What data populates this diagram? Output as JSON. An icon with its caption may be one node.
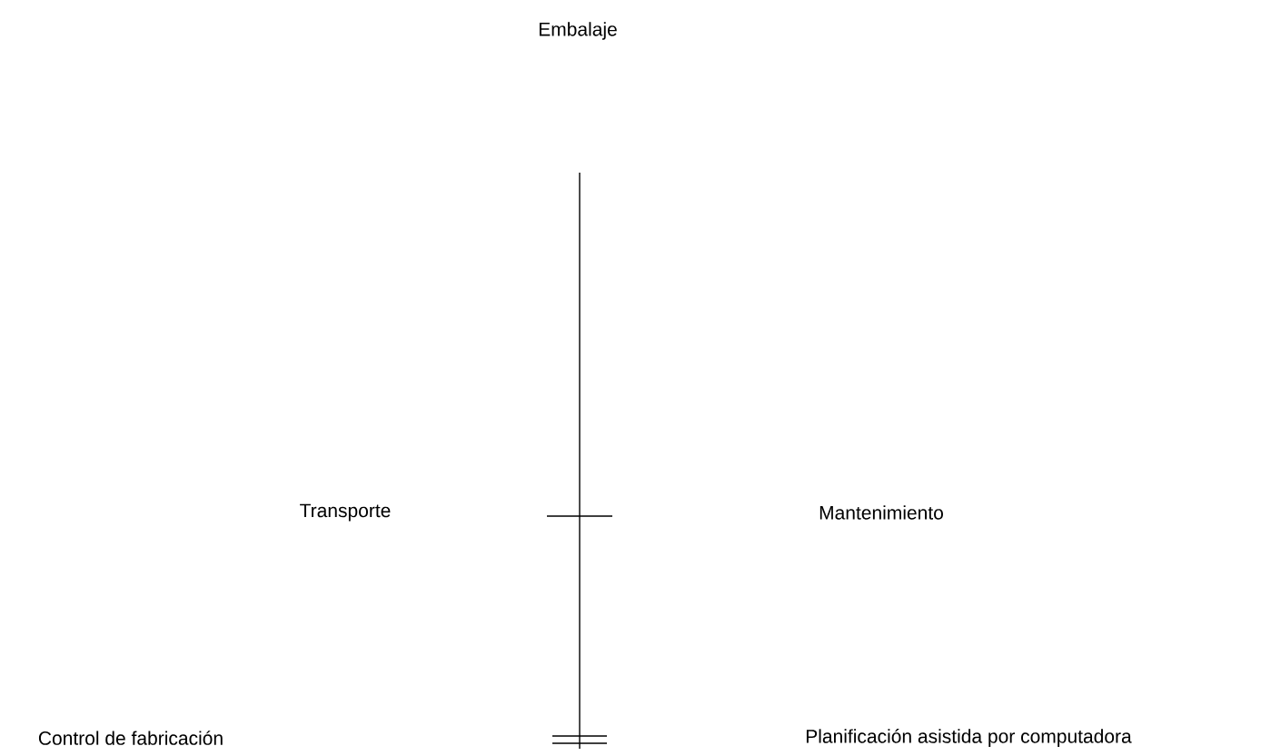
{
  "diagram": {
    "labels": [
      "Embalaje",
      "Transporte",
      "Mantenimiento",
      "Control de fabricación",
      "Planificación asistida por computadora"
    ]
  }
}
